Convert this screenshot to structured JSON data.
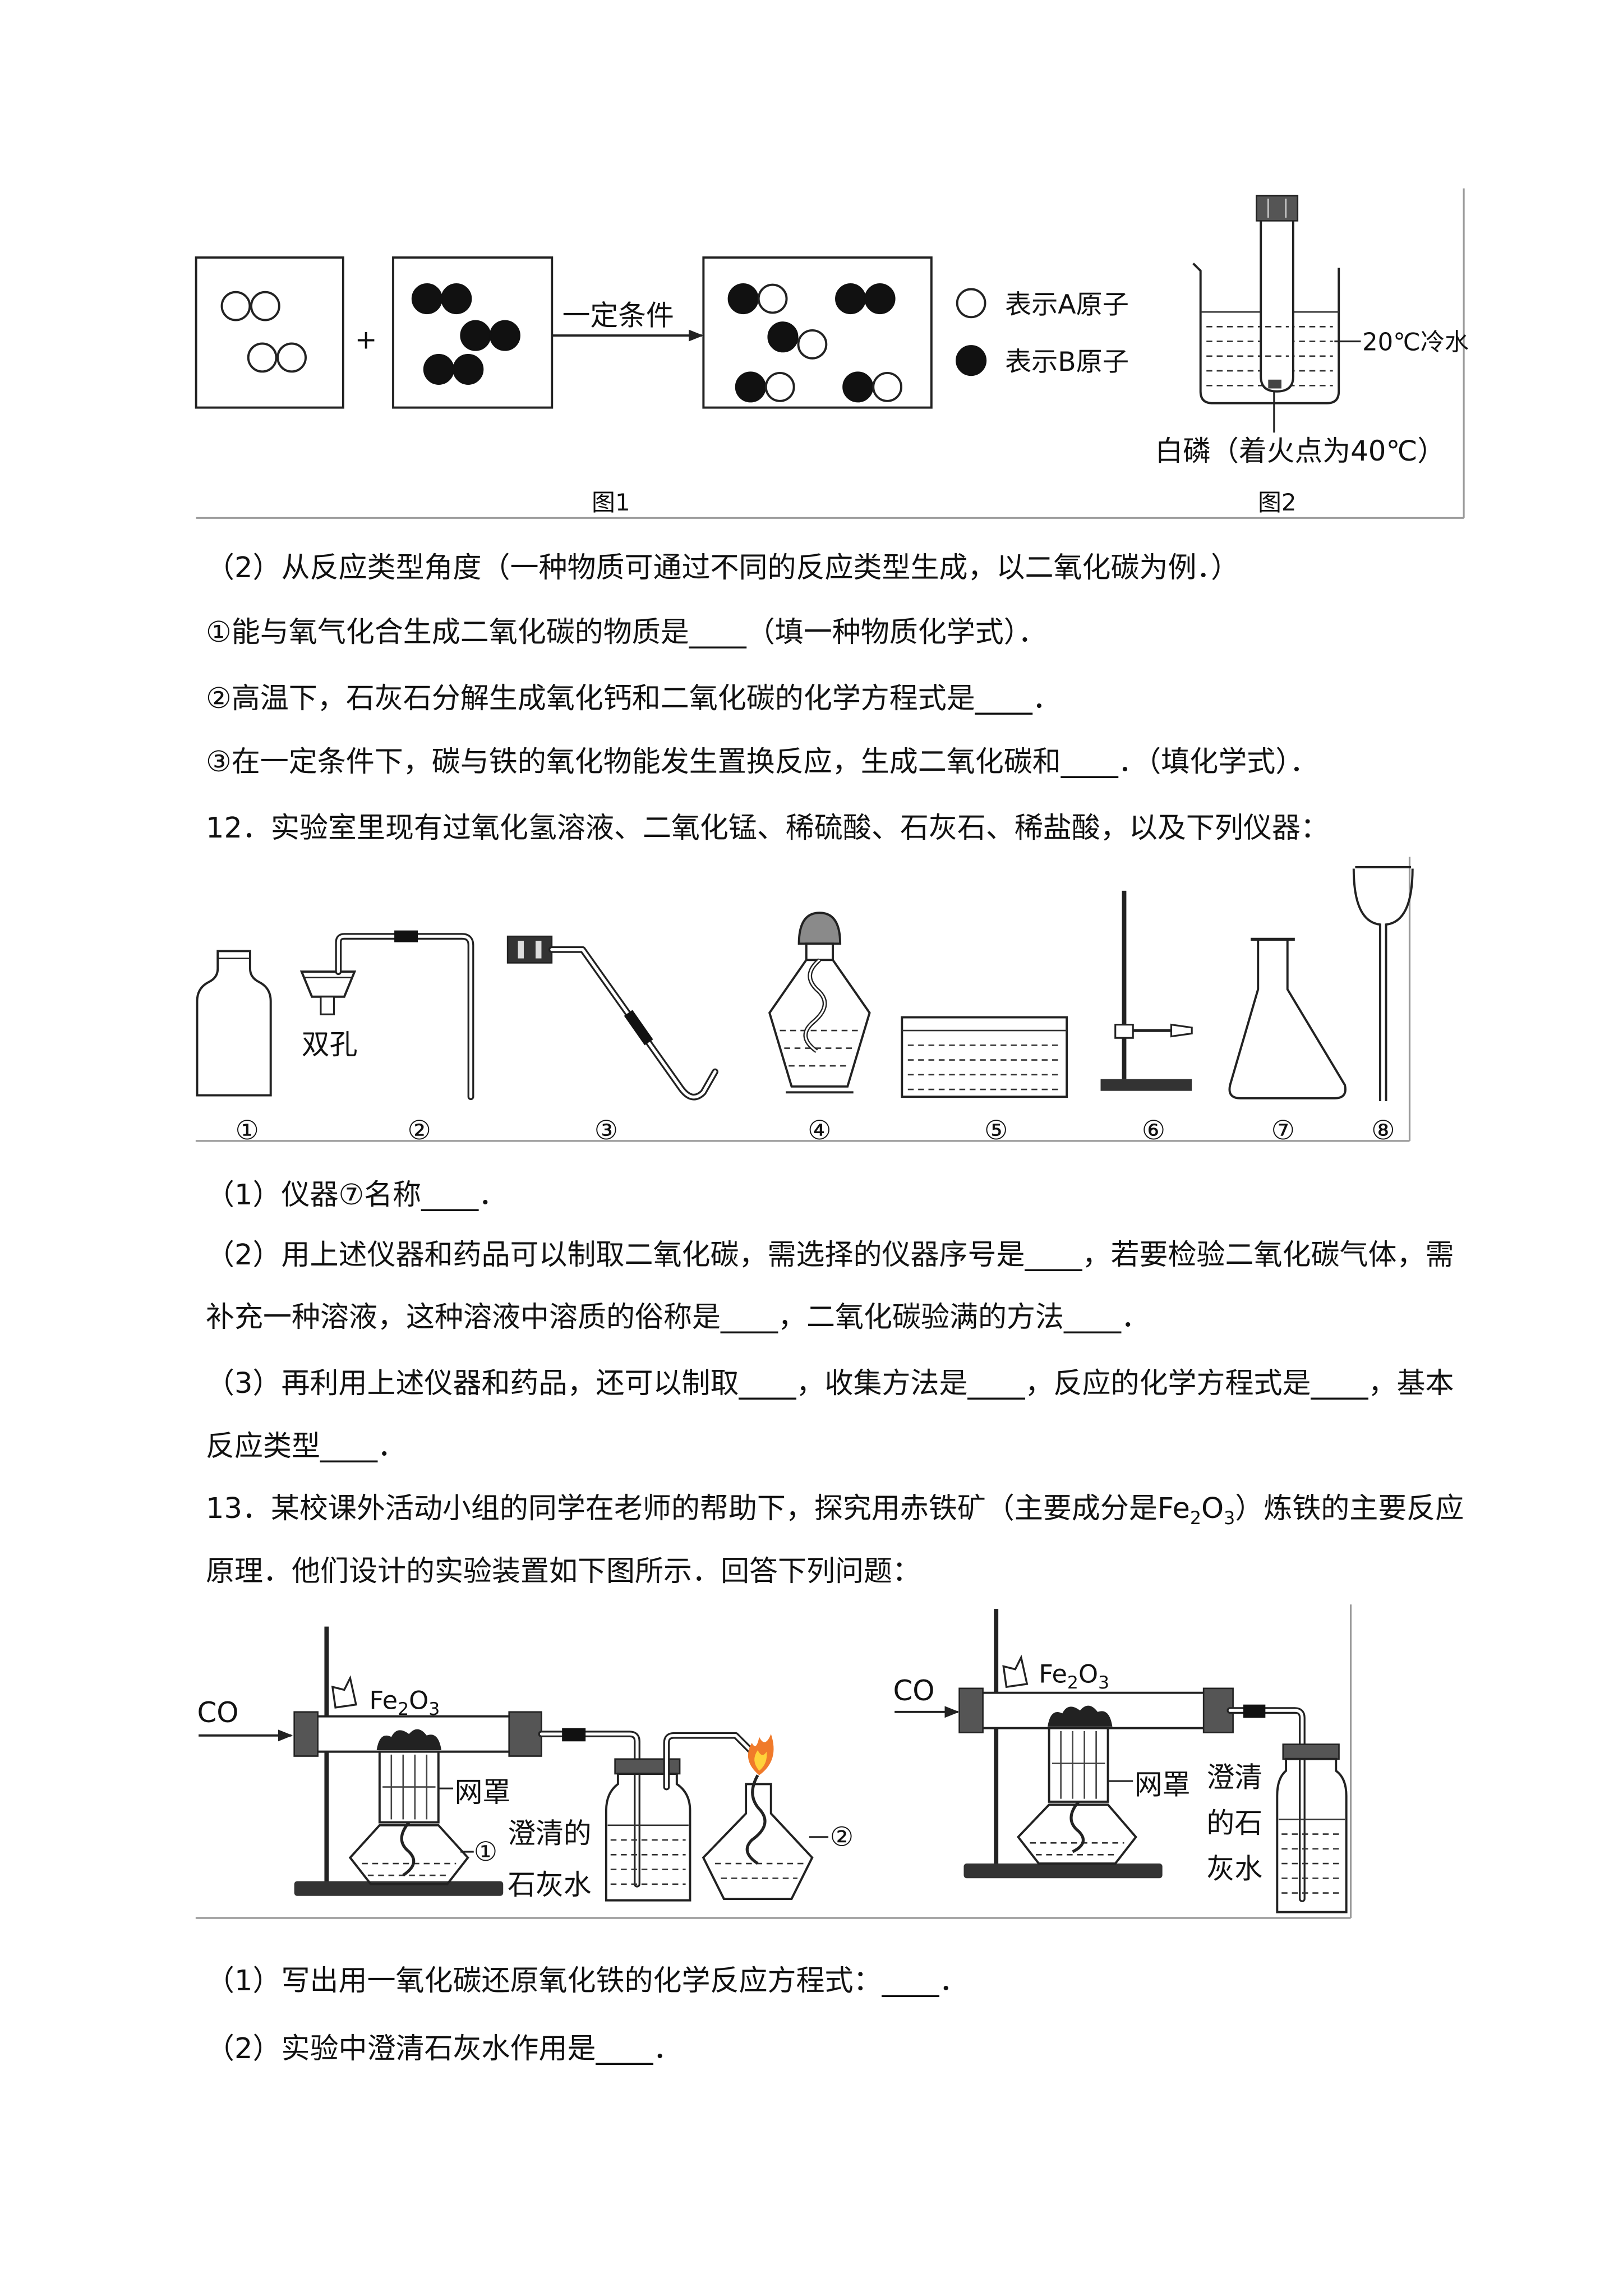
{
  "figure_1_2": {
    "fig1": {
      "plus": "+",
      "arrow_label": "一定条件",
      "legend_a": "表示A原子",
      "legend_b": "表示B原子",
      "caption": "图1"
    },
    "fig2": {
      "water_label": "20℃冷水",
      "phosphorus_label": "白磷（着火点为40℃）",
      "caption": "图2"
    }
  },
  "q11_part2": {
    "stem": "（2）从反应类型角度（一种物质可通过不同的反应类型生成，以二氧化碳为例．）",
    "item1": "①能与氧气化合生成二氧化碳的物质是____（填一种物质化学式）．",
    "item2": "②高温下，石灰石分解生成氧化钙和二氧化碳的化学方程式是____．",
    "item3": "③在一定条件下，碳与铁的氧化物能发生置换反应，生成二氧化碳和____．（填化学式）．"
  },
  "q12": {
    "stem": "12．实验室里现有过氧化氢溶液、二氧化锰、稀硫酸、石灰石、稀盐酸，以及下列仪器：",
    "figure": {
      "two_hole_label": "双孔",
      "labels": [
        "①",
        "②",
        "③",
        "④",
        "⑤",
        "⑥",
        "⑦",
        "⑧"
      ]
    },
    "part1": "（1）仪器⑦名称____．",
    "part2_line1": "（2）用上述仪器和药品可以制取二氧化碳，需选择的仪器序号是____，若要检验二氧化碳气体，需",
    "part2_line2": "补充一种溶液，这种溶液中溶质的俗称是____，二氧化碳验满的方法____．",
    "part3_line1": "（3）再利用上述仪器和药品，还可以制取____，收集方法是____，反应的化学方程式是____，基本",
    "part3_line2": "反应类型____．"
  },
  "q13": {
    "stem_line1_before": "13．某校课外活动小组的同学在老师的帮助下，探究用赤铁矿（主要成分是",
    "formula": {
      "fe": "Fe",
      "n2": "2",
      "o": "O",
      "n3": "3"
    },
    "stem_line1_after": "）炼铁的主要反应",
    "stem_line2": "原理．他们设计的实验装置如下图所示．回答下列问题：",
    "figure": {
      "co": "CO",
      "mesh_label": "网罩",
      "lamp1": "①",
      "lamp2": "②",
      "limewater_left": [
        "澄清的",
        "石灰水"
      ],
      "limewater_right": [
        "澄清",
        "的石",
        "灰水"
      ]
    },
    "part1": "（1）写出用一氧化碳还原氧化铁的化学反应方程式：____．",
    "part2": "（2）实验中澄清石灰水作用是____．"
  }
}
